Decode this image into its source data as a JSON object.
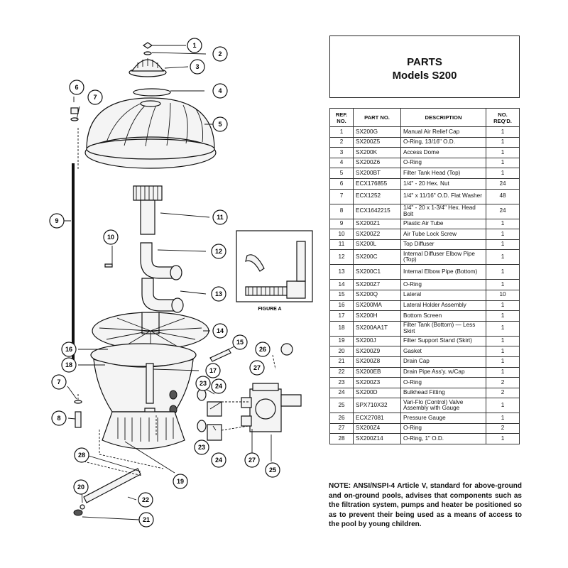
{
  "title": {
    "line1": "PARTS",
    "line2": "Models S200"
  },
  "table": {
    "headers": {
      "ref": "REF. NO.",
      "part": "PART NO.",
      "desc": "DESCRIPTION",
      "qty": "NO. REQ'D."
    },
    "rows": [
      {
        "ref": "1",
        "part": "SX200G",
        "desc": "Manual Air Relief Cap",
        "qty": "1"
      },
      {
        "ref": "2",
        "part": "SX200Z5",
        "desc": "O-Ring, 13/16\" O.D.",
        "qty": "1"
      },
      {
        "ref": "3",
        "part": "SX200K",
        "desc": "Access Dome",
        "qty": "1"
      },
      {
        "ref": "4",
        "part": "SX200Z6",
        "desc": "O-Ring",
        "qty": "1"
      },
      {
        "ref": "5",
        "part": "SX200BT",
        "desc": "Filter Tank Head (Top)",
        "qty": "1"
      },
      {
        "ref": "6",
        "part": "ECX176855",
        "desc": "1/4\" - 20 Hex. Nut",
        "qty": "24"
      },
      {
        "ref": "7",
        "part": "ECX1252",
        "desc": "1/4\" x 11/16\" O.D. Flat Washer",
        "qty": "48"
      },
      {
        "ref": "8",
        "part": "ECX1642215",
        "desc": "1/4\" - 20 x 1-3/4\" Hex. Head Bolt",
        "qty": "24"
      },
      {
        "ref": "9",
        "part": "SX200Z1",
        "desc": "Plastic Air Tube",
        "qty": "1"
      },
      {
        "ref": "10",
        "part": "SX200Z2",
        "desc": "Air Tube Lock Screw",
        "qty": "1"
      },
      {
        "ref": "11",
        "part": "SX200L",
        "desc": "Top Diffuser",
        "qty": "1"
      },
      {
        "ref": "12",
        "part": "SX200C",
        "desc": "Internal Diffuser Elbow Pipe (Top)",
        "qty": "1"
      },
      {
        "ref": "13",
        "part": "SX200C1",
        "desc": "Internal Elbow Pipe (Bottom)",
        "qty": "1"
      },
      {
        "ref": "14",
        "part": "SX200Z7",
        "desc": "O-Ring",
        "qty": "1"
      },
      {
        "ref": "15",
        "part": "SX200Q",
        "desc": "Lateral",
        "qty": "10"
      },
      {
        "ref": "16",
        "part": "SX200MA",
        "desc": "Lateral Holder Assembly",
        "qty": "1"
      },
      {
        "ref": "17",
        "part": "SX200H",
        "desc": "Bottom Screen",
        "qty": "1"
      },
      {
        "ref": "18",
        "part": "SX200AA1T",
        "desc": "Filter Tank (Bottom) — Less Skirt",
        "qty": "1"
      },
      {
        "ref": "19",
        "part": "SX200J",
        "desc": "Filter Support Stand (Skirt)",
        "qty": "1"
      },
      {
        "ref": "20",
        "part": "SX200Z9",
        "desc": "Gasket",
        "qty": "1"
      },
      {
        "ref": "21",
        "part": "SX200Z8",
        "desc": "Drain Cap",
        "qty": "1"
      },
      {
        "ref": "22",
        "part": "SX200EB",
        "desc": "Drain Pipe Ass'y. w/Cap",
        "qty": "1"
      },
      {
        "ref": "23",
        "part": "SX200Z3",
        "desc": "O-Ring",
        "qty": "2"
      },
      {
        "ref": "24",
        "part": "SX200D",
        "desc": "Bulkhead Fitting",
        "qty": "2"
      },
      {
        "ref": "25",
        "part": "SPX710X32",
        "desc": "Vari-Flo (Control) Valve Assembly with Gauge",
        "qty": "1"
      },
      {
        "ref": "26",
        "part": "ECX27081",
        "desc": "Pressure Gauge",
        "qty": "1"
      },
      {
        "ref": "27",
        "part": "SX200Z4",
        "desc": "O-Ring",
        "qty": "2"
      },
      {
        "ref": "28",
        "part": "SX200Z14",
        "desc": "O-Ring, 1\" O.D.",
        "qty": "1"
      }
    ]
  },
  "note": "NOTE: ANSI/NSPI-4 Article V, standard for above-ground and on-ground pools, advises that components such as the filtration system, pumps and heater be positioned so as to prevent their being used as a means of access to the pool by young children.",
  "diagram": {
    "figure_label": "FIGURE A",
    "callouts": [
      "1",
      "2",
      "3",
      "4",
      "5",
      "6",
      "7",
      "9",
      "11",
      "10",
      "12",
      "13",
      "14",
      "15",
      "16",
      "18",
      "26",
      "17",
      "27",
      "23",
      "24",
      "7",
      "8",
      "23",
      "24",
      "27",
      "25",
      "28",
      "19",
      "20",
      "22",
      "21"
    ]
  }
}
